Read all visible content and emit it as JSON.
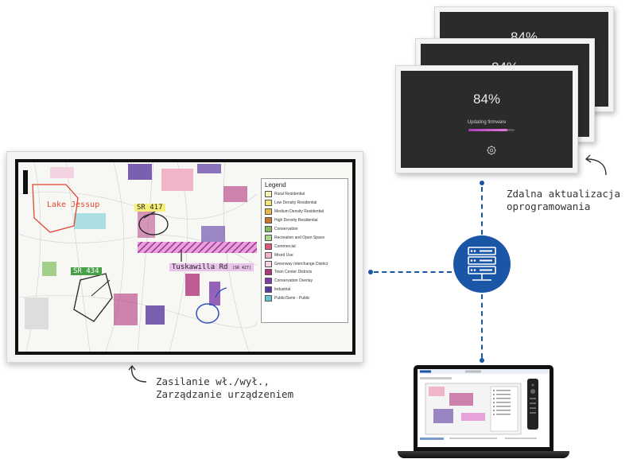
{
  "firmware": {
    "percent": "84%",
    "back_percent_1": "84%",
    "back_percent_2": "84%",
    "status": "Updating firmware",
    "progress": 0.84
  },
  "map": {
    "legend_title": "Legend",
    "legend": [
      {
        "label": "Rural Residential",
        "color": "#f7f3b0"
      },
      {
        "label": "Low Density Residential",
        "color": "#f3e27a"
      },
      {
        "label": "Medium Density Residential",
        "color": "#e9b84a"
      },
      {
        "label": "High Density Residential",
        "color": "#c9772c"
      },
      {
        "label": "Conservation",
        "color": "#7fbf5a"
      },
      {
        "label": "Recreation and Open Space",
        "color": "#a6d98a"
      },
      {
        "label": "Commercial",
        "color": "#e0567a"
      },
      {
        "label": "Mixed Use",
        "color": "#f0b5c8"
      },
      {
        "label": "Greenway Interchange District",
        "color": "#f6d3e2"
      },
      {
        "label": "Town Center Districts",
        "color": "#b2347c"
      },
      {
        "label": "Conservation Overlay",
        "color": "#7a3da8"
      },
      {
        "label": "Industrial",
        "color": "#5b3aa0"
      },
      {
        "label": "Public/Semi - Public",
        "color": "#5fc8d0"
      }
    ],
    "annotations": {
      "lake": "Lake Jessup",
      "sr417": "SR 417",
      "sr434": "SR 434",
      "tuskawilla": "Tuskawilla Rd",
      "tuskawilla_small": "(SR 427)"
    }
  },
  "captions": {
    "remote_update_line1": "Zdalna aktualizacja",
    "remote_update_line2": "oprogramowania",
    "power_line1": "Zasilanie wł./wył.,",
    "power_line2": "Zarządzanie urządzeniem"
  },
  "colors": {
    "accent_blue": "#1a56a6",
    "progress_pink": "#d160cc"
  },
  "icons": {
    "server": "server-rack-icon",
    "firmware": "gear-icon",
    "arrow_curve": "curved-arrow-icon"
  }
}
